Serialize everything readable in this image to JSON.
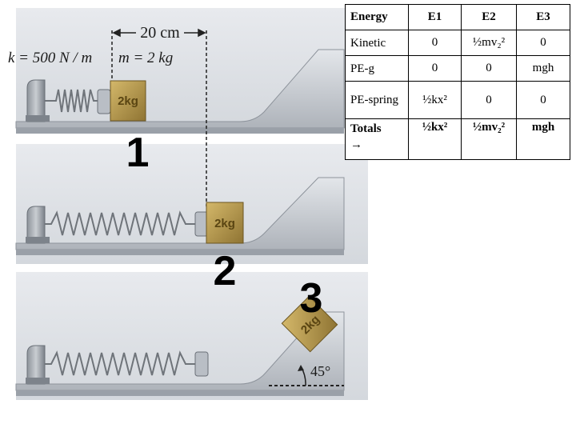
{
  "figure": {
    "distance_label": "20 cm",
    "spring_constant_label": "k = 500 N / m",
    "mass_label": "m = 2 kg",
    "block_label": "2kg",
    "angle_label": "45°",
    "stage_numbers": [
      "1",
      "2",
      "3"
    ]
  },
  "table": {
    "headers": [
      "Energy",
      "E1",
      "E2",
      "E3"
    ],
    "rows": [
      {
        "label": "Kinetic",
        "cells": [
          "0",
          "½mv₂²",
          "0"
        ]
      },
      {
        "label": "PE-g",
        "cells": [
          "0",
          "0",
          "mgh"
        ]
      },
      {
        "label": "PE-spring",
        "cells": [
          "½kx²",
          "0",
          "0"
        ]
      },
      {
        "label": "Totals",
        "arrow": "→",
        "cells": [
          "½kx²",
          "½mv₂²",
          "mgh"
        ]
      }
    ]
  },
  "colors": {
    "track": "#c8ccd2",
    "track_shadow": "#8d939b",
    "block": "#b89a4e",
    "block_dark": "#8a6f2c",
    "spring": "#6f747a"
  }
}
